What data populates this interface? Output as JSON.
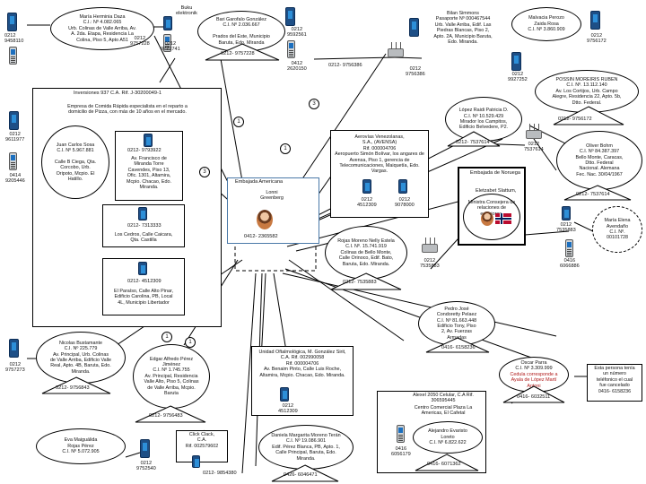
{
  "nodes": {
    "maria": {
      "text": "María Herminia Daza\nC.I.: Nº 4.082.065\nUrb. Colinas de Valle Arriba, Av.\nA. 2da. Etapa, Residencia La\nColina, Piso 5, Apto A51",
      "phone": "0212\n9458110"
    },
    "bari": {
      "text": "Bari Garofalo González\nC.I. Nº 2.036.667\n\nPrados del Este, Municipio\nBaruta, Edo. Miranda",
      "label": "0212- 9757228",
      "phone_a": "0212\n9757228",
      "phone_b": "0212\n9772741"
    },
    "buku": {
      "text": "Buku\nelektronik"
    },
    "phone_top": {
      "a": "0212\n9592561",
      "b": "0412\n2620150"
    },
    "bilan": {
      "text": "Bilan Simmons\nPasaporte Nº 000467544\nUrb. Valle Arriba, Edif. Las\nPiedras Blancas, Piso 2,\nApto. 2A, Municipio Baruta,\nEdo. Miranda.",
      "label": "0212- 9756386",
      "phone": "0212\n9756386"
    },
    "malvacia": {
      "text": "Malvacia Perozo\nZaida Rosa\nC.I. Nº 3.860.909",
      "phone": "0212\n9756172"
    },
    "possin": {
      "text": "POSSIN MOREIRIS RUBEN\nC.I. Nº. 13.112.140\nAv. Los Cortijos, Urb. Campo\nAlegre, Residencia 22, Apto. 5b,\nDtto. Federal.",
      "label": "0212- 9756172",
      "phone": "0212\n9927252"
    },
    "inversiones": {
      "title": "Inversiones 937 C.A. Rif. J-30200049-1",
      "desc": "Empresa de Comida Rápida especialista en el reparto a\ndomicilio de Pizza, con más de 10 años en el mercado."
    },
    "juan": {
      "text": "Juan Carlos Sosa\nC.I. Nº 5.967.881\n\nCalle B Ciega, Qta.\nCorcobo, Urb.\nOripoto, Mcpio. El\nHatillo.",
      "phone": "0212\n9611977",
      "cell": "0414\n9205446"
    },
    "sub1": {
      "label": "0212- 9793922",
      "text": "Av. Francisco de\nMiranda Torre\nCavendes, Piso 13,\nOfic. 1301, Altamira,\nMcpio. Chacao, Edo.\nMiranda."
    },
    "sub2": {
      "label": "0212- 7313333",
      "text": "Los Cedros, Calle Caicara,\nQta. Castilla"
    },
    "sub3": {
      "label": "0212- 4512309",
      "text": "El Paraíso, Calle Alto Pinar,\nEdificio Carolina, PB, Local\n4L, Municipio Libertador"
    },
    "aerovias": {
      "text": "Aerovías Venezolanas,\nS.A., (AVENSA)\nRif. 000004706\nAeropuerto Simón Bolívar, los angares de\nAvensa, Piso 1, gerencia de\nTelecomunicaciones, Maiquetía, Edo.\nVargas.",
      "phone_a": "0212\n4512309",
      "phone_b": "0212\n9078000"
    },
    "lopez": {
      "text": "López Raidi Patricia D.\nC.I. Nº 10.529.429\nMirador los Campitos,\nEdificio Belvedere, P2.",
      "label": "0212- 7537614",
      "phone": "0212\n7537614"
    },
    "oliver": {
      "text": "Oliver Bohm\nC.I. Nº 84.387.397\nBello Monte, Caracas,\nDtto. Federal\nNacional. Alemana\nFec. Nac. 30/04/1967",
      "label": "0212- 7537614"
    },
    "embajada_am": {
      "title": "Embajada Americana",
      "name": "Lonni\nGreenberg",
      "label": "0412- 2365582"
    },
    "noruega": {
      "title": "Embajada de Noruega",
      "name": "Eletzabet Slattum,",
      "role": "Ministra Consejera de\nrelaciones de exteriores.",
      "phone": "0212\n7535883",
      "cell": "0416\n6066886"
    },
    "rojas": {
      "text": "Rojas Moreno Nelly Estela\nC.I. Nº. 15.741.919\nColinas de Bello Monte,\nCalle Orinoco, Edif. Bato,\nBaruta, Edo. Miranda.",
      "label": "0212- 7535883",
      "phone": "0212\n7535883"
    },
    "maria_elena": {
      "text": "María Elena\nAvendaño\nC.I. Nº.\n00101728"
    },
    "pedro": {
      "text": "Pedro José\nCondoretty Pelaez\nC.I. Nº 81.663.448\nEdificio Tony, Piso\n2, Av. Fuerzas\nArmadas",
      "label": "0416- 6158236"
    },
    "oscar": {
      "text": "Oscar Parra\nC.I. Nº 3.309.999",
      "red": "Cedula corresponde a\nAyala de López Martí\nAntoni",
      "label": "0416- 6032511"
    },
    "note": {
      "text": "Esta persona tenía\nun número\nteléfonico el cual\nfue cancelado\n0416- 6158236"
    },
    "nicolas": {
      "text": "Nicolas Bustamante\nC.I. Nº 225.779\nAv. Principal, Urb. Colinas\nde Valle Arriba, Edificio Valle\nReal, Apto. 4B, Baruta, Edo.\nMiranda.",
      "label": "0212- 9756843",
      "phone": "0212\n9757273"
    },
    "edgar": {
      "text": "Edgar Alfredo Pérez\nJiménez\nC.I. Nº 1.745.755\nAv. Principal, Residencia\nValle Alto, Piso 5, Colinas\nde Valle Arriba, Mcpio.\nBaruta",
      "label": "0212- 9756483"
    },
    "unidad": {
      "text": "Unidad Oftalmológica, M. González Sirit,\nC.A. Rif. 002990058\nRif. 000004706\nAv. Benaim Pinto, Calle Luis Roche,\nAltamira, Mcpio. Chacao, Edo. Miranda.",
      "phone": "0212\n4512309"
    },
    "alexel": {
      "title": "Alexel 2050 Celular, C.A Rif.\n306595445",
      "addr": "Centro Comercial Plaza La\nAmericas, El Cafetal",
      "person": "Alejandro Evaristo\nLoreto\nC.I. Nº 6.822.622",
      "label": "0416- 6071362",
      "cell": "0416\n6056179"
    },
    "eva": {
      "text": "Eva Maiguálida\nRojas Pérez\nC.I. Nº 5.072.905",
      "phone": "0212\n9752540"
    },
    "click": {
      "text": "Click Clack,\nC.A.\nRif. 002579602",
      "label": "0212- 9854380"
    },
    "daniela": {
      "text": "Daniela Margarita Moreno Terán\nC.I. Nº 19.086.901\nEdif. Pérez Blanca, PB, Apto. 1,\nCalle Principal, Baruta, Edo.\nMiranda.",
      "label": "0426- 6046471"
    }
  },
  "badges": [
    "1",
    "3",
    "1",
    "3",
    "1",
    "1"
  ]
}
